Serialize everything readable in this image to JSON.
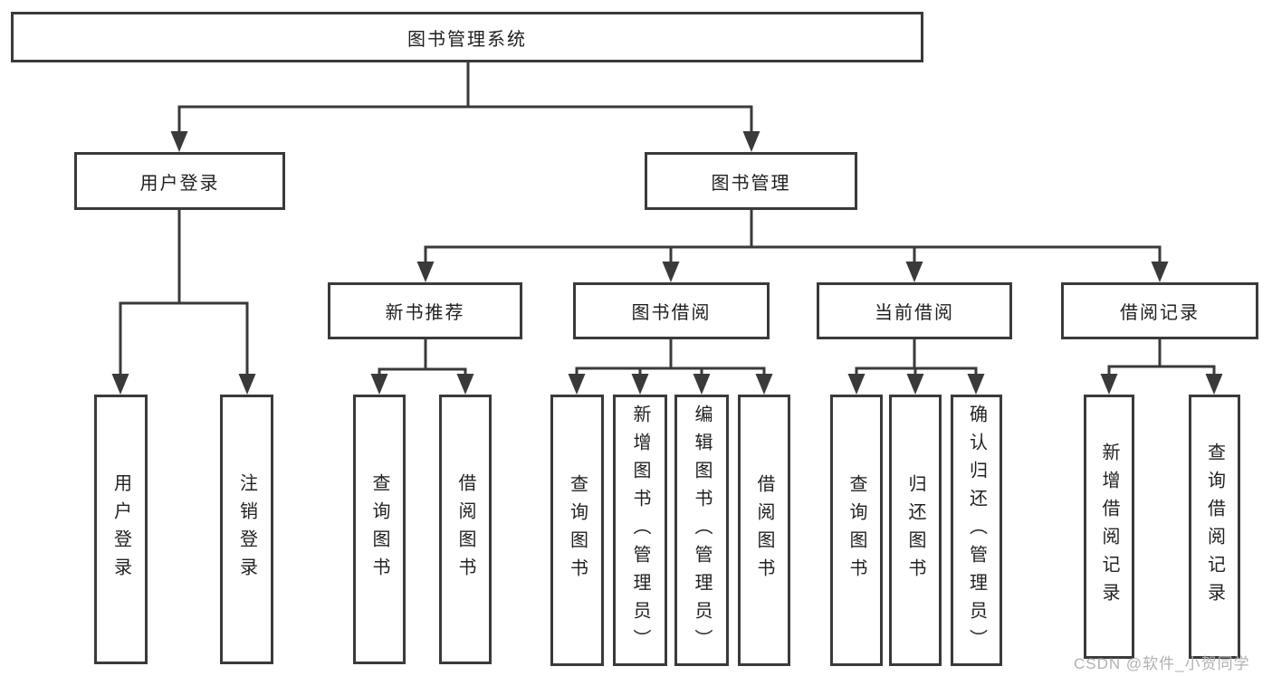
{
  "diagram": {
    "root": {
      "label": "图书管理系统"
    },
    "level2": [
      {
        "label": "用户登录",
        "children": [
          {
            "label": "用户登录"
          },
          {
            "label": "注销登录"
          }
        ]
      },
      {
        "label": "图书管理",
        "children": [
          {
            "label": "新书推荐",
            "children": [
              {
                "label": "查询图书"
              },
              {
                "label": "借阅图书"
              }
            ]
          },
          {
            "label": "图书借阅",
            "children": [
              {
                "label": "查询图书"
              },
              {
                "label": "新增图书（管理员）"
              },
              {
                "label": "编辑图书（管理员）"
              },
              {
                "label": "借阅图书"
              }
            ]
          },
          {
            "label": "当前借阅",
            "children": [
              {
                "label": "查询图书"
              },
              {
                "label": "归还图书"
              },
              {
                "label": "确认归还（管理员）"
              }
            ]
          },
          {
            "label": "借阅记录",
            "children": [
              {
                "label": "新增借阅记录"
              },
              {
                "label": "查询借阅记录"
              }
            ]
          }
        ]
      }
    ]
  },
  "watermark": {
    "text": "CSDN @软件_小贺同学"
  },
  "colors": {
    "line": "#3a3a3a",
    "text": "#1f1f1f",
    "watermark": "#b0b0b0",
    "background": "#ffffff"
  }
}
